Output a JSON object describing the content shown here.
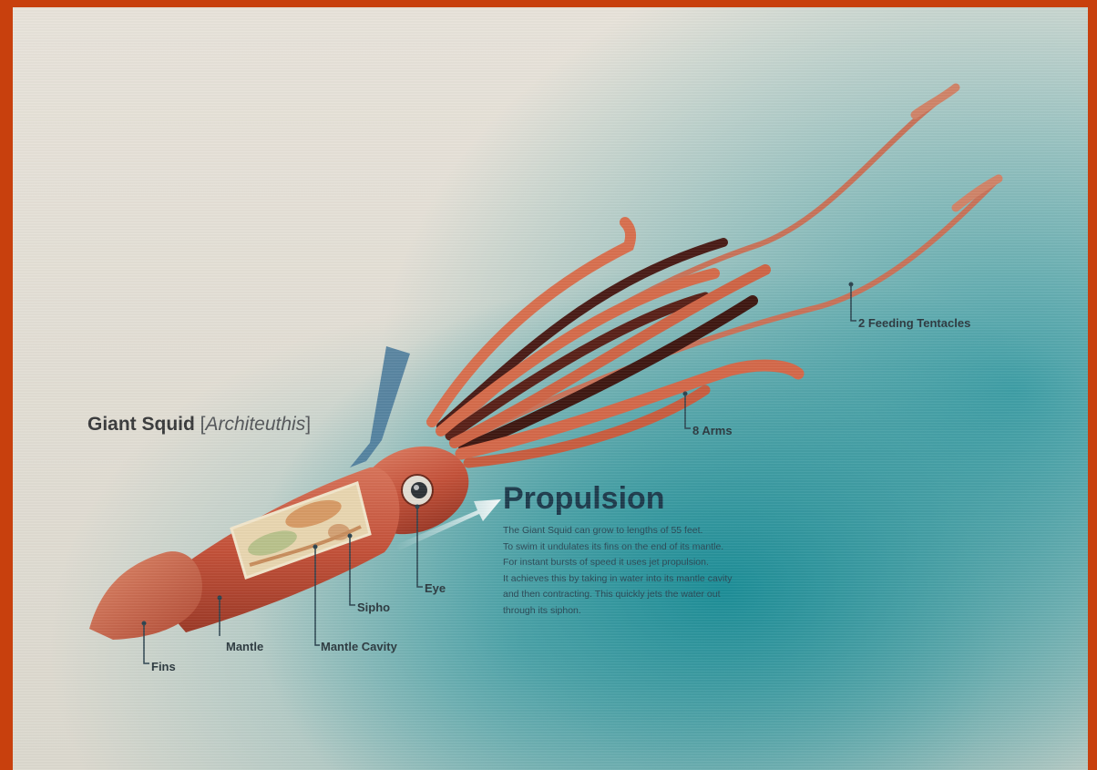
{
  "title": {
    "common": "Giant Squid",
    "bracket_open": " [",
    "scientific": "Architeuthis",
    "bracket_close": "]"
  },
  "labels": {
    "fins": "Fins",
    "mantle": "Mantle",
    "mantle_cavity": "Mantle Cavity",
    "sipho": "Sipho",
    "eye": "Eye",
    "arms": "8 Arms",
    "tentacles": "2 Feeding Tentacles"
  },
  "propulsion": {
    "heading": "Propulsion",
    "lines": [
      "The Giant Squid can grow to lengths of 55 feet.",
      "To swim it undulates its fins on the end of its mantle.",
      "For instant bursts of speed it uses jet propulsion.",
      "It achieves this by taking in water into its mantle cavity",
      "and then contracting. This quickly jets the water out",
      "through its siphon."
    ]
  },
  "colors": {
    "frame": "#c8400d",
    "squid_body": "#c9553a",
    "arm_dark": "#4a1d17",
    "water": "#1f8c96"
  }
}
